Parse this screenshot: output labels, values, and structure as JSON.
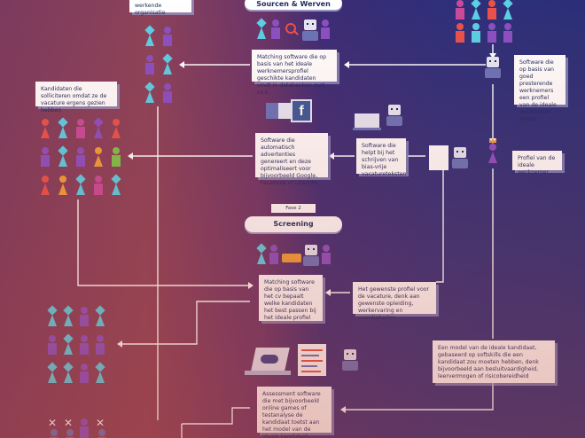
{
  "phase_top": {
    "title": "Sourcen & Werven",
    "fragment": "werkende organisatie"
  },
  "phase_screening": {
    "label": "Fase 2",
    "title": "Screening"
  },
  "boxes": {
    "software_profile": "Software die op basis van goed presterende werknemers een profiel van de ideale werknemer maakt",
    "matching_top": "Matching software die op basis van het ideale werknemersprofiel geschikte kandidaten vindt in databanken met cv's",
    "candidates_applied": "Kandidaten die solliciteren omdat ze de vacature ergens gezien hebben",
    "ad_software": "Software die automatisch advertenties genereert en deze optimaliseert voor bijvoorbeeld Google, Facebook of LinkedIn",
    "bias_free": "Software die helpt bij het schrijven van bias-vrije vacatureteksten",
    "ideal_profile": "Profiel van de ideale werknemer",
    "matching_cv": "Matching software die op basis van het cv bepaalt welke kandidaten het best passen bij het ideale profiel",
    "desired_profile": "Het gewenste profiel voor de vacature, denk aan gewenste opleiding, werkervaring en vaardigheden",
    "ideal_model": "Een model van de ideale kandidaat, gebaseerd op softskills die een kandidaat zou moeten hebben, denk bijvoorbeeld aan besluitvaardigheid, leervermogen of risicobereidheid",
    "assessment": "Assessment software die met bijvoorbeeld online games of testanalyse de kandidaat toetst aan het model van de ideale kandidaat"
  },
  "icons": {
    "facebook": "f"
  },
  "colors": {
    "cyan": "#5ad0e6",
    "purple": "#8a4fc2",
    "magenta": "#c84a9a",
    "orange": "#f0a03a",
    "red": "#e8524a",
    "green": "#7ac44a",
    "ink": "#1e2a5a"
  }
}
